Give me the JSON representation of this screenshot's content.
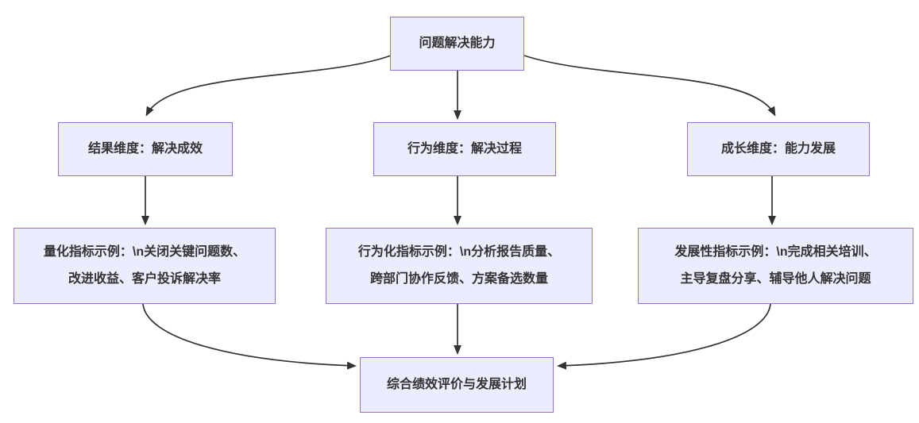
{
  "diagram": {
    "type": "flowchart-top-down",
    "nodes": {
      "root": {
        "label": "问题解决能力"
      },
      "result": {
        "label": "结果维度：解决成效"
      },
      "behavior": {
        "label": "行为维度：解决过程"
      },
      "growth": {
        "label": "成长维度：能力发展"
      },
      "quant": {
        "lines": [
          "量化指标示例：\\n关闭关键问题数、",
          "改进收益、客户投诉解决率"
        ]
      },
      "behavioral": {
        "lines": [
          "行为化指标示例：\\n分析报告质量、",
          "跨部门协作反馈、方案备选数量"
        ]
      },
      "development": {
        "lines": [
          "发展性指标示例：\\n完成相关培训、",
          "主导复盘分享、辅导他人解决问题"
        ]
      },
      "summary": {
        "label": "综合绩效评价与发展计划"
      }
    },
    "edges": [
      {
        "from": "root",
        "to": "result"
      },
      {
        "from": "root",
        "to": "behavior"
      },
      {
        "from": "root",
        "to": "growth"
      },
      {
        "from": "result",
        "to": "quant"
      },
      {
        "from": "behavior",
        "to": "behavioral"
      },
      {
        "from": "growth",
        "to": "development"
      },
      {
        "from": "quant",
        "to": "summary"
      },
      {
        "from": "behavioral",
        "to": "summary"
      },
      {
        "from": "development",
        "to": "summary"
      }
    ],
    "colors": {
      "node_fill": "#ECECFF",
      "node_border": "#9370DB",
      "edge": "#333333",
      "text": "#333333",
      "background": "#FFFFFF"
    }
  }
}
